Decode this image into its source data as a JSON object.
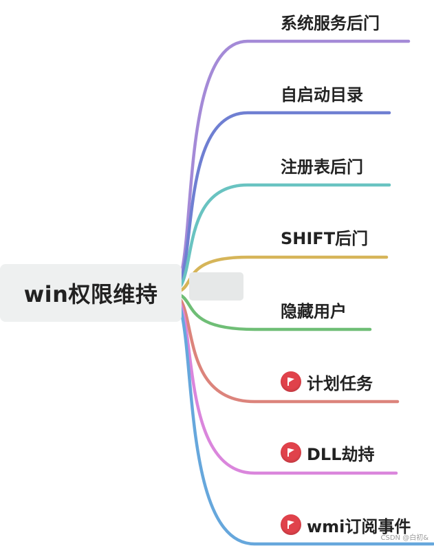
{
  "root": {
    "label": "win权限维持"
  },
  "branches": [
    {
      "label": "系统服务后门",
      "color": "#a48ad7",
      "flag": false
    },
    {
      "label": "自启动目录",
      "color": "#6f7fd2",
      "flag": false
    },
    {
      "label": "注册表后门",
      "color": "#69c3c1",
      "flag": false
    },
    {
      "label": "SHIFT后门",
      "color": "#d6b559",
      "flag": false
    },
    {
      "label": "隐藏用户",
      "color": "#6fbe76",
      "flag": false
    },
    {
      "label": "计划任务",
      "color": "#dc847c",
      "flag": true
    },
    {
      "label": "DLL劫持",
      "color": "#da86dc",
      "flag": true
    },
    {
      "label": "wmi订阅事件",
      "color": "#66a7dc",
      "flag": true
    }
  ],
  "icons": {
    "flag": "flag-icon",
    "flag_color": "#e0424b"
  },
  "watermark": "CSDN @白初&"
}
